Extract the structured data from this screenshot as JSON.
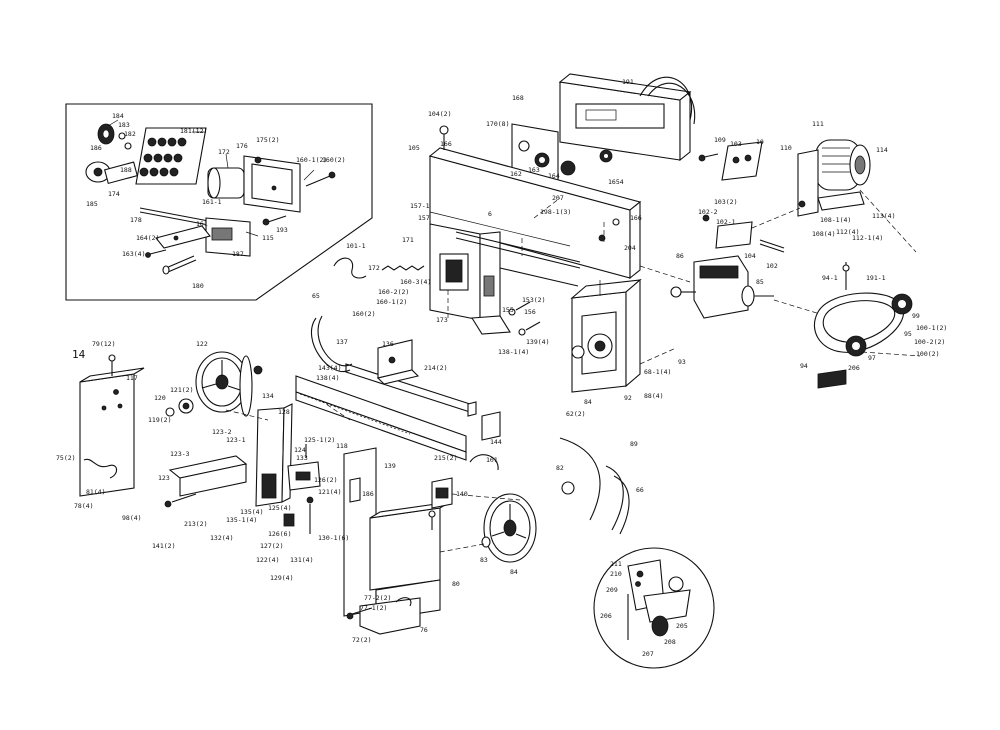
{
  "diagram": {
    "side_number": "14",
    "labels": [
      {
        "id": "l184",
        "text": "184"
      },
      {
        "id": "l183",
        "text": "183"
      },
      {
        "id": "l182",
        "text": "182"
      },
      {
        "id": "l181_12",
        "text": "181(12)"
      },
      {
        "id": "l186",
        "text": "186"
      },
      {
        "id": "l185",
        "text": "185"
      },
      {
        "id": "l188",
        "text": "188"
      },
      {
        "id": "l174",
        "text": "174"
      },
      {
        "id": "l172b",
        "text": "172"
      },
      {
        "id": "l176",
        "text": "176"
      },
      {
        "id": "l175_2",
        "text": "175(2)"
      },
      {
        "id": "l160_1_2",
        "text": "160-1(2)"
      },
      {
        "id": "l160_2",
        "text": "160(2)"
      },
      {
        "id": "l161_1",
        "text": "161-1"
      },
      {
        "id": "l161",
        "text": "161"
      },
      {
        "id": "l178",
        "text": "178"
      },
      {
        "id": "l164_2",
        "text": "164(2)"
      },
      {
        "id": "l163_4",
        "text": "163(4)"
      },
      {
        "id": "l115",
        "text": "115"
      },
      {
        "id": "l193",
        "text": "193"
      },
      {
        "id": "l187",
        "text": "187"
      },
      {
        "id": "l180",
        "text": "180"
      },
      {
        "id": "l104_2",
        "text": "104(2)"
      },
      {
        "id": "l105",
        "text": "105"
      },
      {
        "id": "l166t",
        "text": "166"
      },
      {
        "id": "l170_8",
        "text": "170(8)"
      },
      {
        "id": "l168",
        "text": "168"
      },
      {
        "id": "l191",
        "text": "191"
      },
      {
        "id": "l162",
        "text": "162"
      },
      {
        "id": "l163",
        "text": "163"
      },
      {
        "id": "l164",
        "text": "164"
      },
      {
        "id": "l1654",
        "text": "1654"
      },
      {
        "id": "l207",
        "text": "207"
      },
      {
        "id": "l198_1_3",
        "text": "198-1(3)"
      },
      {
        "id": "l166m",
        "text": "166"
      },
      {
        "id": "l204",
        "text": "204"
      },
      {
        "id": "l157",
        "text": "157"
      },
      {
        "id": "l157_1",
        "text": "157-1"
      },
      {
        "id": "l6",
        "text": "6"
      },
      {
        "id": "l171",
        "text": "171"
      },
      {
        "id": "l172m",
        "text": "172"
      },
      {
        "id": "l101_1",
        "text": "101-1"
      },
      {
        "id": "l160_3_4",
        "text": "160-3(4)"
      },
      {
        "id": "l160_2_2",
        "text": "160-2(2)"
      },
      {
        "id": "l160_1_2m",
        "text": "160-1(2)"
      },
      {
        "id": "l160_2m",
        "text": "160(2)"
      },
      {
        "id": "l173",
        "text": "173"
      },
      {
        "id": "l153_2",
        "text": "153(2)"
      },
      {
        "id": "l155",
        "text": "155"
      },
      {
        "id": "l156",
        "text": "156"
      },
      {
        "id": "l138_1_4",
        "text": "138-1(4)"
      },
      {
        "id": "l139_4",
        "text": "139(4)"
      },
      {
        "id": "l65",
        "text": "65"
      },
      {
        "id": "l137",
        "text": "137"
      },
      {
        "id": "l136",
        "text": "136"
      },
      {
        "id": "l143_4",
        "text": "143(4)"
      },
      {
        "id": "l138_4",
        "text": "138(4)"
      },
      {
        "id": "l214_2",
        "text": "214(2)"
      },
      {
        "id": "l79_12",
        "text": "79(12)"
      },
      {
        "id": "l122",
        "text": "122"
      },
      {
        "id": "l117",
        "text": "117"
      },
      {
        "id": "l121_2",
        "text": "121(2)"
      },
      {
        "id": "l120",
        "text": "120"
      },
      {
        "id": "l119_2",
        "text": "119(2)"
      },
      {
        "id": "l123_2",
        "text": "123-2"
      },
      {
        "id": "l123_1",
        "text": "123-1"
      },
      {
        "id": "l123_3",
        "text": "123-3"
      },
      {
        "id": "l123",
        "text": "123"
      },
      {
        "id": "l75_2",
        "text": "75(2)"
      },
      {
        "id": "l81_4",
        "text": "81(4)"
      },
      {
        "id": "l78_4",
        "text": "78(4)"
      },
      {
        "id": "l98_4",
        "text": "98(4)"
      },
      {
        "id": "l134",
        "text": "134"
      },
      {
        "id": "l128",
        "text": "128"
      },
      {
        "id": "l125_1_2",
        "text": "125-1(2)"
      },
      {
        "id": "l118",
        "text": "118"
      },
      {
        "id": "l126_2",
        "text": "126(2)"
      },
      {
        "id": "l121_4",
        "text": "121(4)"
      },
      {
        "id": "l133",
        "text": "133"
      },
      {
        "id": "l124",
        "text": "124"
      },
      {
        "id": "l125_4",
        "text": "125(4)"
      },
      {
        "id": "l126_6",
        "text": "126(6)"
      },
      {
        "id": "l127_2",
        "text": "127(2)"
      },
      {
        "id": "l135_1_4",
        "text": "135-1(4)"
      },
      {
        "id": "l135_4",
        "text": "135(4)"
      },
      {
        "id": "l132_4",
        "text": "132(4)"
      },
      {
        "id": "l213_2",
        "text": "213(2)"
      },
      {
        "id": "l141_2",
        "text": "141(2)"
      },
      {
        "id": "l130_1_6",
        "text": "130-1(6)"
      },
      {
        "id": "l131_4",
        "text": "131(4)"
      },
      {
        "id": "l129_4",
        "text": "129(4)"
      },
      {
        "id": "l122_4",
        "text": "122(4)"
      },
      {
        "id": "l186m",
        "text": "186"
      },
      {
        "id": "l139",
        "text": "139"
      },
      {
        "id": "l215_2",
        "text": "215(2)"
      },
      {
        "id": "l101",
        "text": "101"
      },
      {
        "id": "l140",
        "text": "140"
      },
      {
        "id": "l144",
        "text": "144"
      },
      {
        "id": "l62_2",
        "text": "62(2)"
      },
      {
        "id": "l84",
        "text": "84"
      },
      {
        "id": "l92",
        "text": "92"
      },
      {
        "id": "l88_4",
        "text": "88(4)"
      },
      {
        "id": "l68_4",
        "text": "68-1(4)"
      },
      {
        "id": "l93",
        "text": "93"
      },
      {
        "id": "l89",
        "text": "89"
      },
      {
        "id": "l66",
        "text": "66"
      },
      {
        "id": "l82",
        "text": "82"
      },
      {
        "id": "l83",
        "text": "83"
      },
      {
        "id": "l84b",
        "text": "84"
      },
      {
        "id": "l80",
        "text": "80"
      },
      {
        "id": "l77_2_2",
        "text": "77-2(2)"
      },
      {
        "id": "l77_1_2",
        "text": "77-1(2)"
      },
      {
        "id": "l76",
        "text": "76"
      },
      {
        "id": "l72_2",
        "text": "72(2)"
      },
      {
        "id": "l109",
        "text": "109"
      },
      {
        "id": "l103",
        "text": "103"
      },
      {
        "id": "l10",
        "text": "10"
      },
      {
        "id": "l111",
        "text": "111"
      },
      {
        "id": "l110",
        "text": "110"
      },
      {
        "id": "l114",
        "text": "114"
      },
      {
        "id": "l103_2",
        "text": "103(2)"
      },
      {
        "id": "l102_2",
        "text": "102-2"
      },
      {
        "id": "l102_1",
        "text": "102-1"
      },
      {
        "id": "l108_1_4",
        "text": "108-1(4)"
      },
      {
        "id": "l108_4",
        "text": "108(4)"
      },
      {
        "id": "l112_4",
        "text": "112(4)"
      },
      {
        "id": "l113_4",
        "text": "113(4)"
      },
      {
        "id": "l112_1_4",
        "text": "112-1(4)"
      },
      {
        "id": "l104",
        "text": "104"
      },
      {
        "id": "l102",
        "text": "102"
      },
      {
        "id": "l86",
        "text": "86"
      },
      {
        "id": "l85",
        "text": "85"
      },
      {
        "id": "l94_1",
        "text": "94-1"
      },
      {
        "id": "l191_1",
        "text": "191-1"
      },
      {
        "id": "l99",
        "text": "99"
      },
      {
        "id": "l95",
        "text": "95"
      },
      {
        "id": "l100_1_2",
        "text": "100-1(2)"
      },
      {
        "id": "l100_2_2",
        "text": "100-2(2)"
      },
      {
        "id": "l100_2",
        "text": "100(2)"
      },
      {
        "id": "l97",
        "text": "97"
      },
      {
        "id": "l94",
        "text": "94"
      },
      {
        "id": "l206",
        "text": "206"
      },
      {
        "id": "l211",
        "text": "211"
      },
      {
        "id": "l210",
        "text": "210"
      },
      {
        "id": "l209",
        "text": "209"
      },
      {
        "id": "l206d",
        "text": "206"
      },
      {
        "id": "l205",
        "text": "205"
      },
      {
        "id": "l208",
        "text": "208"
      },
      {
        "id": "l207d",
        "text": "207"
      }
    ]
  }
}
